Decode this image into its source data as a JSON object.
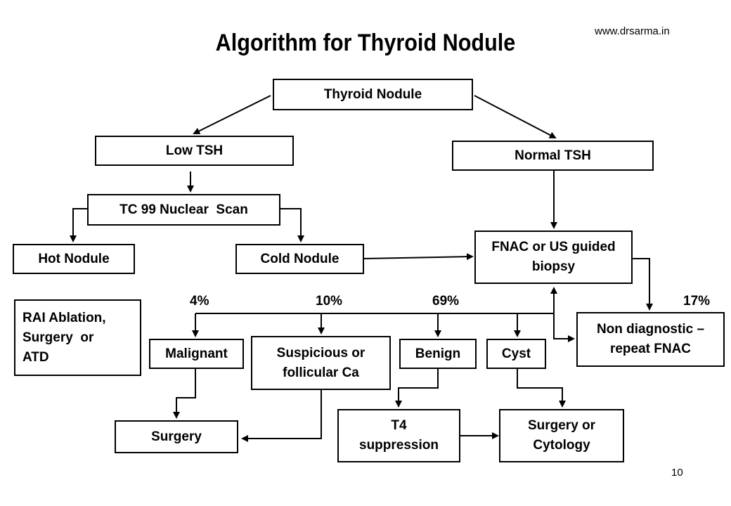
{
  "header": {
    "title": "Algorithm for Thyroid Nodule",
    "website": "www.drsarma.in"
  },
  "nodes": {
    "thyroid_nodule": "Thyroid Nodule",
    "low_tsh": "Low TSH",
    "normal_tsh": "Normal TSH",
    "tc99_scan": "TC 99 Nuclear  Scan",
    "hot_nodule": "Hot Nodule",
    "cold_nodule": "Cold Nodule",
    "fnac_line1": "FNAC or US guided",
    "fnac_line2": "biopsy",
    "rai_line1": "RAI Ablation,",
    "rai_line2": "Surgery  or",
    "rai_line3": "ATD",
    "malignant": "Malignant",
    "suspicious_line1": "Suspicious or",
    "suspicious_line2": "follicular Ca",
    "benign": "Benign",
    "cyst": "Cyst",
    "nondiag_line1": "Non diagnostic –",
    "nondiag_line2": "repeat FNAC",
    "surgery": "Surgery",
    "t4_line1": "T4",
    "t4_line2": "suppression",
    "surgcyt_line1": "Surgery or",
    "surgcyt_line2": "Cytology"
  },
  "percentages": {
    "malignant": "4%",
    "suspicious": "10%",
    "benign": "69%",
    "nondiagnostic": "17%"
  },
  "footer": {
    "page_number": "10"
  }
}
